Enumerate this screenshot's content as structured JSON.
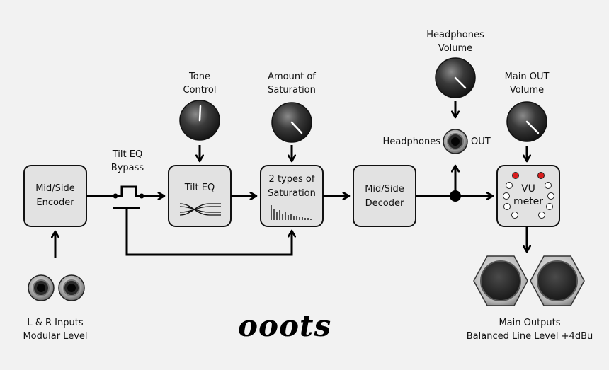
{
  "knobs": {
    "tone": {
      "label_1": "Tone",
      "label_2": "Control"
    },
    "saturation": {
      "label_1": "Amount of",
      "label_2": "Saturation"
    },
    "headphones_volume": {
      "label_1": "Headphones",
      "label_2": "Volume"
    },
    "main_out_volume": {
      "label_1": "Main OUT",
      "label_2": "Volume"
    }
  },
  "blocks": {
    "encoder": {
      "line_1": "Mid/Side",
      "line_2": "Encoder"
    },
    "tilt_eq": {
      "line_1": "Tilt EQ"
    },
    "saturation": {
      "line_1": "2 types of",
      "line_2": "Saturation"
    },
    "decoder": {
      "line_1": "Mid/Side",
      "line_2": "Decoder"
    },
    "vu_meter": {
      "line_1": "VU",
      "line_2": "meter"
    }
  },
  "bypass": {
    "line_1": "Tilt EQ",
    "line_2": "Bypass"
  },
  "headphones_jack": {
    "left_label": "Headphones",
    "right_label": "OUT"
  },
  "inputs": {
    "line_1": "L & R Inputs",
    "line_2": "Modular Level"
  },
  "outputs": {
    "line_1": "Main Outputs",
    "line_2": "Balanced Line Level +4dBu"
  },
  "brand": "ooots",
  "colors": {
    "block_fill": "#e2e2e2",
    "knob": "#333333",
    "led_red": "#d81e1e",
    "line": "#000000",
    "background": "#f2f2f2"
  }
}
